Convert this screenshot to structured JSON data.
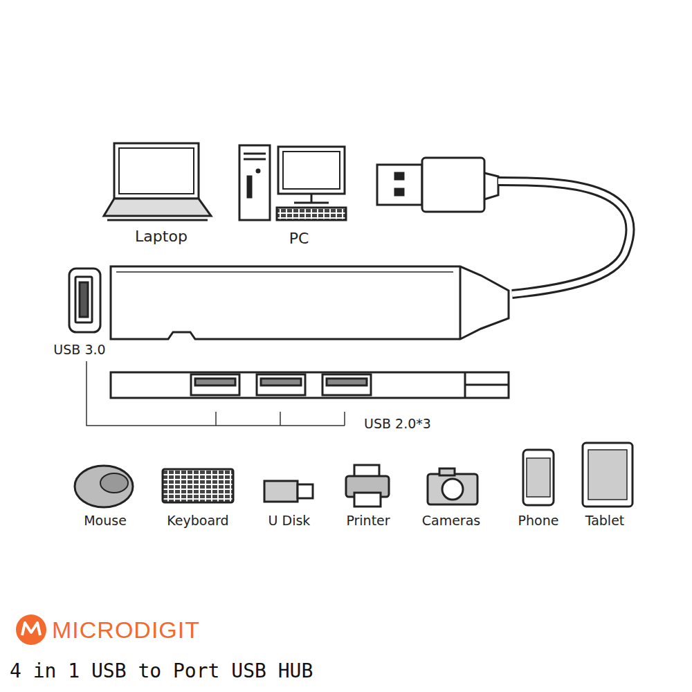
{
  "diagram": {
    "caption": "4 in 1 USB to Port USB HUB",
    "labels": [
      "Laptop",
      "PC",
      "USB 3.0",
      "USB 2.0*3",
      "Mouse",
      "Keyboard",
      "U Disk",
      "Printer",
      "Cameras",
      "Phone",
      "Tablet",
      "MICRODIGIT"
    ]
  }
}
